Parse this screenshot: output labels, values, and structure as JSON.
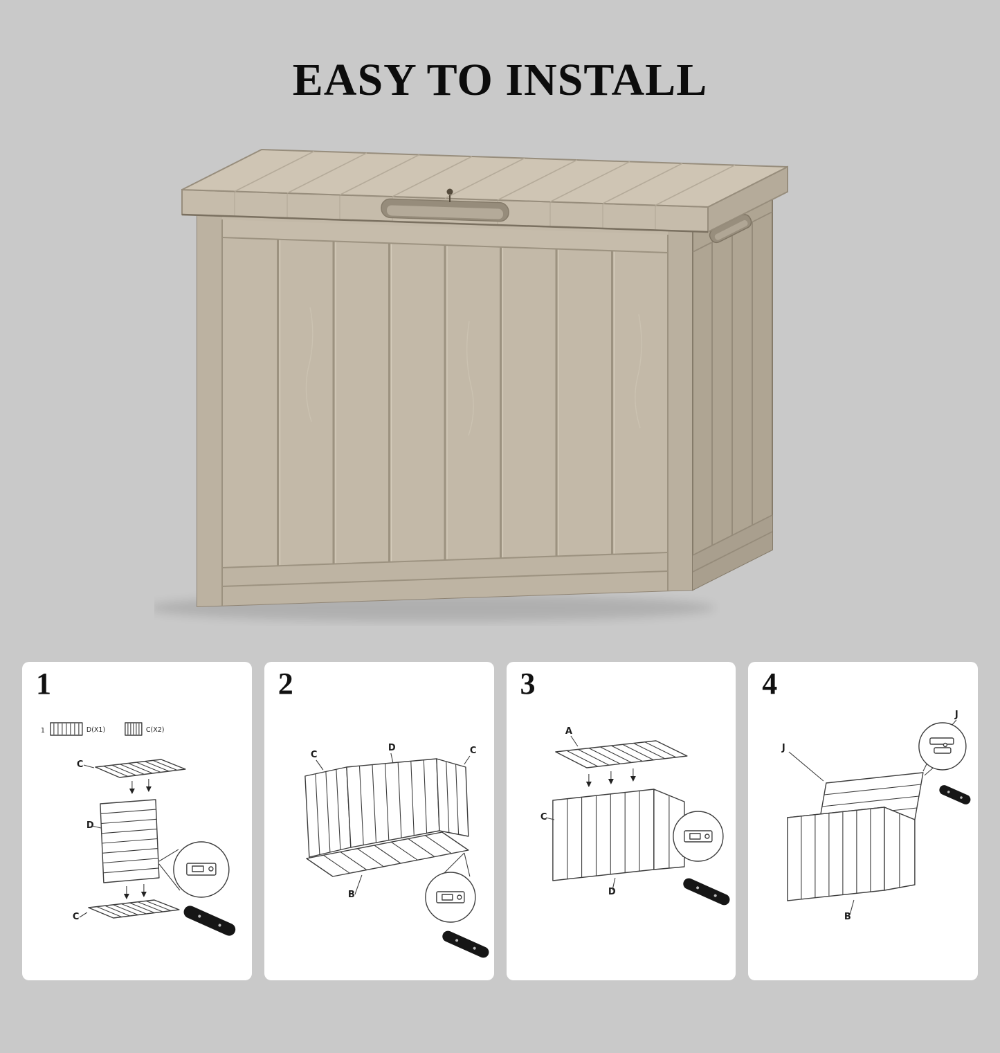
{
  "page": {
    "title": "EASY TO INSTALL"
  },
  "colors": {
    "background": "#c9c9c9",
    "panel": "#ffffff",
    "box_front": "#c3b9a8",
    "box_side": "#afa593",
    "box_lid_top": "#cfc5b4",
    "box_trim": "#8f8474",
    "line_art": "#3d3d3d"
  },
  "steps": [
    {
      "number": "1",
      "legend": {
        "index": "1",
        "part_d": "D(X1)",
        "part_c": "C(X2)"
      },
      "labels": {
        "top": "C",
        "middle": "D",
        "bottom": "C"
      }
    },
    {
      "number": "2",
      "labels": {
        "left": "C",
        "middle": "D",
        "right": "C",
        "base": "B"
      }
    },
    {
      "number": "3",
      "labels": {
        "top": "A",
        "left": "C",
        "bottom": "D"
      }
    },
    {
      "number": "4",
      "labels": {
        "left": "J",
        "right": "J",
        "bottom": "B"
      }
    }
  ]
}
